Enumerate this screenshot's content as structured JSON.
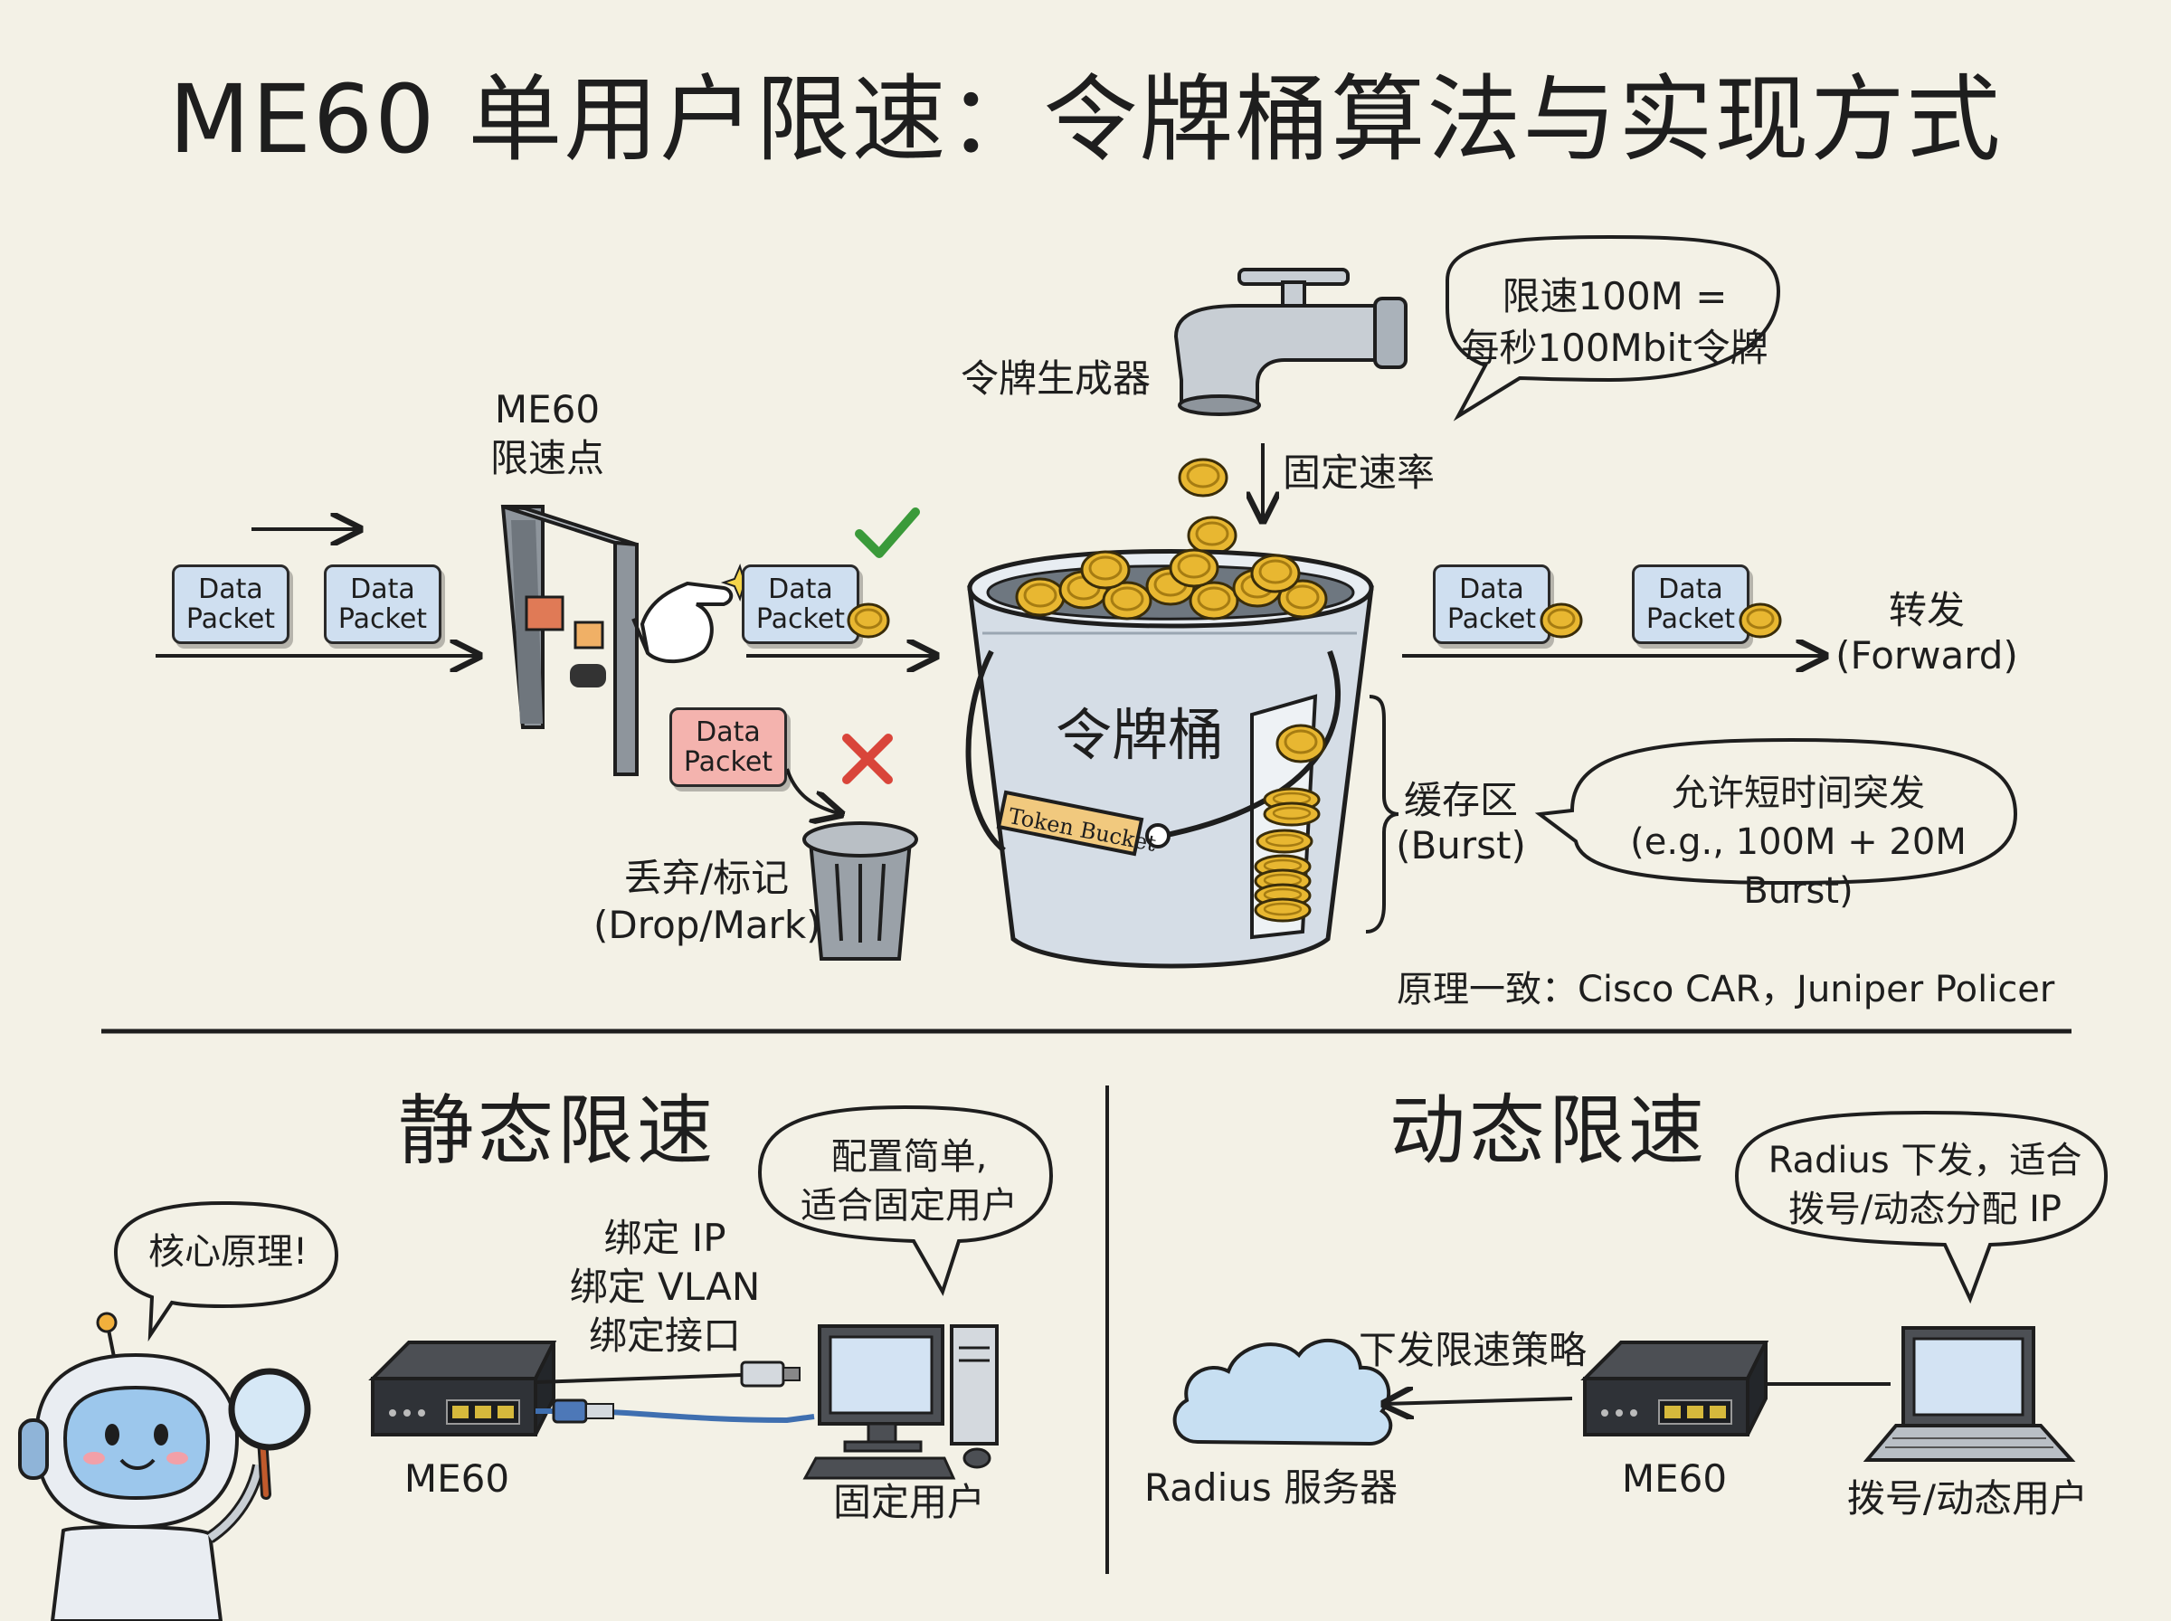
{
  "title": "ME60 单用户限速：令牌桶算法与实现方式",
  "top": {
    "limit_point": [
      "ME60",
      "限速点"
    ],
    "packet_label": [
      "Data",
      "Packet"
    ],
    "generator": "令牌生成器",
    "fixed_rate": "固定速率",
    "rate_bubble": [
      "限速100M =",
      "每秒100Mbit令牌"
    ],
    "bucket_cn": "令牌桶",
    "bucket_en": "Token Bucket",
    "forward": [
      "转发",
      "(Forward)"
    ],
    "drop": [
      "丢弃/标记",
      "(Drop/Mark)"
    ],
    "burst": [
      "缓存区",
      "(Burst)"
    ],
    "burst_bubble": [
      "允许短时间突发",
      "(e.g., 100M + 20M Burst)"
    ],
    "principle": "原理一致：Cisco CAR，Juniper Policer"
  },
  "static": {
    "heading": "静态限速",
    "robot_bubble": "核心原理!",
    "config_bubble": [
      "配置简单,",
      "适合固定用户"
    ],
    "bind": [
      "绑定 IP",
      "绑定 VLAN",
      "绑定接口"
    ],
    "device": "ME60",
    "user": "固定用户"
  },
  "dynamic": {
    "heading": "动态限速",
    "radius_bubble": [
      "Radius 下发，适合",
      "拨号/动态分配 IP"
    ],
    "push_policy": "下发限速策略",
    "server": "Radius 服务器",
    "device": "ME60",
    "user": "拨号/动态用户"
  },
  "colors": {
    "background": "#f3f1e6",
    "packet_blue": "#cfdff0",
    "packet_red": "#f4b3ae",
    "coin_gold": "#e8b731",
    "check_green": "#3a9a3a",
    "cross_red": "#d9453a",
    "bucket_gray": "#d5dde6"
  }
}
